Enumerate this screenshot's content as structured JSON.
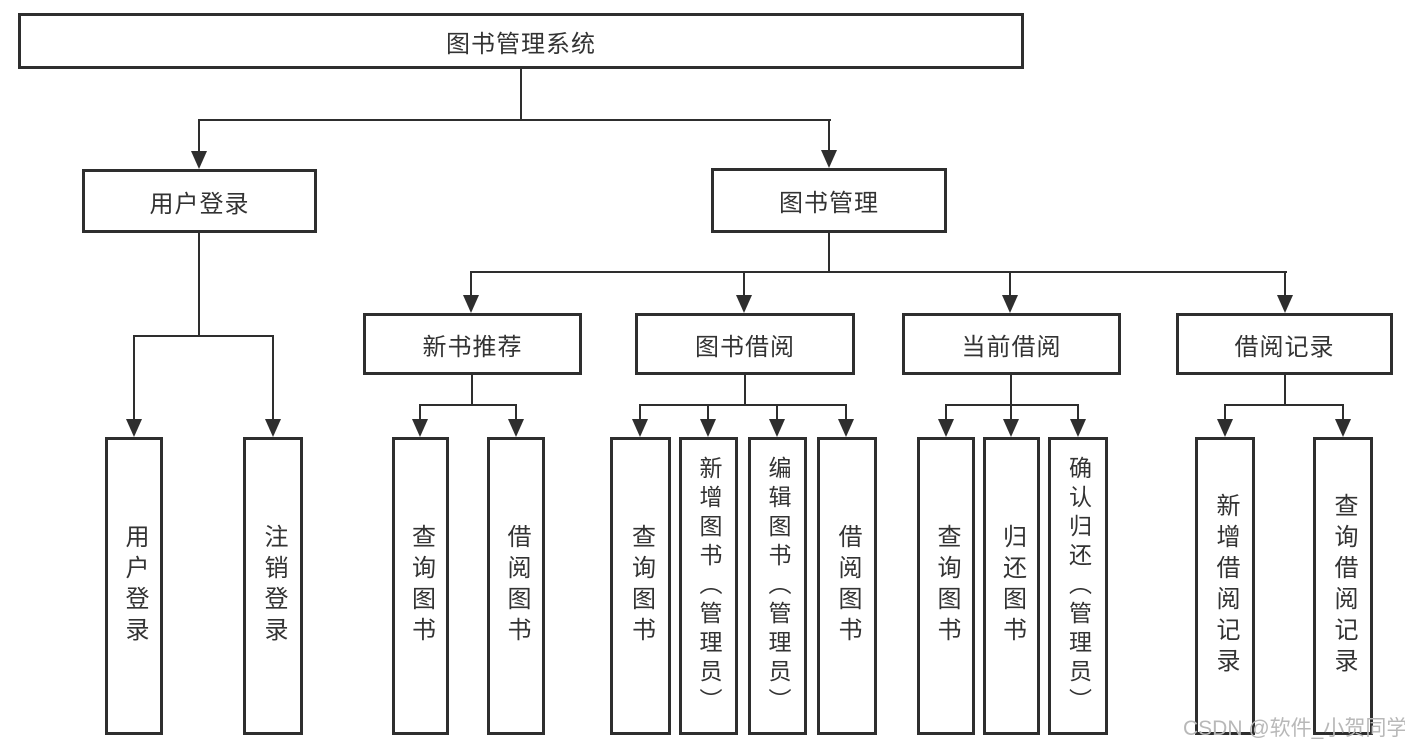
{
  "diagram": {
    "root": {
      "label": "图书管理系统"
    },
    "level2": [
      {
        "label": "用户登录"
      },
      {
        "label": "图书管理"
      }
    ],
    "level3": [
      {
        "label": "新书推荐"
      },
      {
        "label": "图书借阅"
      },
      {
        "label": "当前借阅"
      },
      {
        "label": "借阅记录"
      }
    ],
    "leaves": {
      "userLogin": [
        {
          "label": "用户登录"
        },
        {
          "label": "注销登录"
        }
      ],
      "newBook": [
        {
          "label": "查询图书"
        },
        {
          "label": "借阅图书"
        }
      ],
      "bookBorrow": [
        {
          "label": "查询图书"
        },
        {
          "label": "新增图书（管理员）"
        },
        {
          "label": "编辑图书（管理员）"
        },
        {
          "label": "借阅图书"
        }
      ],
      "currentBorrow": [
        {
          "label": "查询图书"
        },
        {
          "label": "归还图书"
        },
        {
          "label": "确认归还（管理员）"
        }
      ],
      "borrowRecords": [
        {
          "label": "新增借阅记录"
        },
        {
          "label": "查询借阅记录"
        }
      ]
    }
  },
  "watermark": {
    "text": "CSDN @软件_小贺同学"
  },
  "colors": {
    "line": "#2e2e2e",
    "text": "#333333",
    "background": "#ffffff",
    "watermark": "#b8b8b8"
  }
}
